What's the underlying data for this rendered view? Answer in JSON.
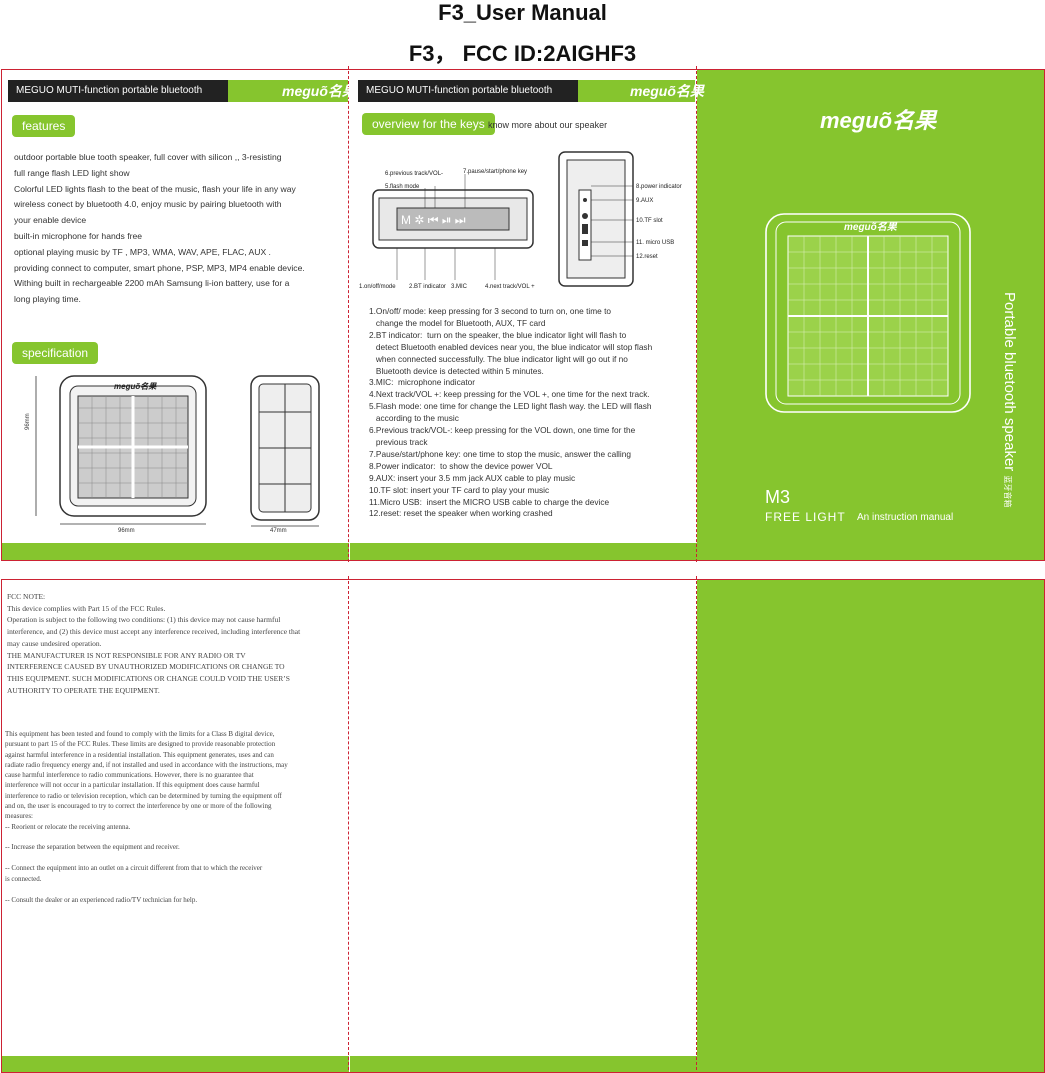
{
  "header": {
    "line1": "F3_User Manual",
    "line2": "F3， FCC ID:2AIGHF3"
  },
  "bar_title": "MEGUO MUTI-function portable bluetooth speaker",
  "brand": "meguõ名果",
  "features": {
    "heading": "features",
    "lines": [
      "outdoor portable blue tooth speaker, full cover with silicon ,, 3-resisting",
      "full range flash LED light show",
      "Colorful LED lights flash to the beat of the music, flash your life in any way",
      "wireless conect by bluetooth 4.0, enjoy music by pairing bluetooth with",
      "your enable device",
      "built-in microphone for hands free",
      "optional playing music by TF , MP3, WMA, WAV, APE, FLAC, AUX .",
      "providing connect to computer, smart phone, PSP, MP3, MP4 enable device.",
      "Withing built in rechargeable 2200 mAh Samsung li-ion battery, use for a",
      "long playing time."
    ]
  },
  "specification": {
    "heading": "specification",
    "dim_height": "96mm",
    "dim_width": "96mm",
    "dim_depth": "47mm"
  },
  "overview": {
    "heading": "overview for the keys",
    "subheading": "know more about our speaker",
    "labels": {
      "l1": "1.on/off/mode",
      "l2": "2.BT indicator",
      "l3": "3.MIC",
      "l4": "4.next track/VOL +",
      "l5": "5.flash mode",
      "l6": "6.previous track/VOL-",
      "l7": "7.pause/start/phone key",
      "l8": "8.power indicator",
      "l9": "9.AUX",
      "l10": "10.TF slot",
      "l11": "11. micro USB",
      "l12": "12.reset"
    },
    "items": [
      "1.On/off/ mode: keep pressing for 3 second to turn on, one time to",
      "   change the model for Bluetooth, AUX, TF card",
      "2.BT indicator:  turn on the speaker, the blue indicator light will flash to",
      "   detect Bluetooth enabled devices near you, the blue indicator will stop flash",
      "   when connected successfully. The blue indicator light will go out if no",
      "   Bluetooth device is detected within 5 minutes.",
      "3.MIC:  microphone indicator",
      "4.Next track/VOL +: keep pressing for the VOL +, one time for the next track.",
      "5.Flash mode: one time for change the LED light flash way. the LED will flash",
      "   according to the music",
      "6.Previous track/VOL-: keep pressing for the VOL down, one time for the",
      "   previous track",
      "7.Pause/start/phone key: one time to stop the music, answer the calling",
      "8.Power indicator:  to show the device power VOL",
      "9.AUX: insert your 3.5 mm jack AUX cable to play music",
      "10.TF slot: insert your TF card to play your music",
      "11.Micro USB:  insert the MICRO USB cable to charge the device",
      "12.reset: reset the speaker when working crashed"
    ]
  },
  "cover": {
    "model": "M3",
    "free_light": "FREE LIGHT",
    "manual": "An instruction manual",
    "vertical": "Portable bluetooth speaker",
    "vertical_cn": "蓝牙音箱"
  },
  "fcc": {
    "note_lines": [
      "FCC NOTE:",
      "This device complies with Part 15 of the FCC Rules.",
      "Operation is subject to the following two conditions: (1) this device may not cause harmful",
      "interference, and (2) this device must accept any interference received, including interference that",
      "may cause undesired operation.",
      "THE MANUFACTURER IS NOT RESPONSIBLE FOR ANY RADIO OR TV",
      "INTERFERENCE CAUSED BY UNAUTHORIZED MODIFICATIONS OR CHANGE TO",
      "THIS EQUIPMENT. SUCH MODIFICATIONS OR CHANGE COULD VOID THE USER’S",
      "AUTHORITY TO OPERATE THE EQUIPMENT."
    ],
    "para_lines": [
      "This equipment has been tested and found to comply with the limits for a Class B digital device,",
      "pursuant to part 15 of the FCC Rules. These limits are designed to provide reasonable protection",
      "against harmful interference in a residential installation. This equipment generates, uses and can",
      "radiate radio frequency energy and, if not installed and used in accordance with the instructions, may",
      "cause harmful interference to radio communications. However, there is no guarantee that",
      "interference will not occur in a particular installation. If this equipment does cause harmful",
      "interference to radio or television reception, which can be determined by turning the equipment off",
      "and on, the user is encouraged to try to correct the interference by one or more of the following",
      "measures:",
      "-- Reorient or relocate the receiving antenna."
    ],
    "measure2": "-- Increase the separation between the equipment and receiver.",
    "measure3a": "-- Connect the equipment into an outlet on a circuit different from that to which the receiver",
    "measure3b": "is connected.",
    "measure4": "-- Consult the dealer or an experienced radio/TV technician for help."
  }
}
